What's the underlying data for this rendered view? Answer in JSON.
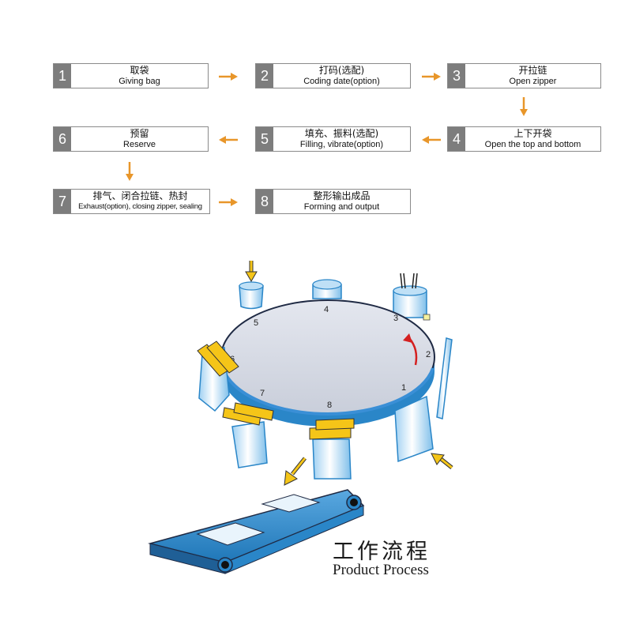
{
  "steps": [
    {
      "num": "1",
      "cn": "取袋",
      "en": "Giving bag"
    },
    {
      "num": "2",
      "cn": "打码(选配)",
      "en": "Coding date(option)"
    },
    {
      "num": "3",
      "cn": "开拉链",
      "en": "Open zipper"
    },
    {
      "num": "4",
      "cn": "上下开袋",
      "en": "Open the top and bottom"
    },
    {
      "num": "5",
      "cn": "填充、振料(选配)",
      "en": "Filling, vibrate(option)"
    },
    {
      "num": "6",
      "cn": "预留",
      "en": "Reserve"
    },
    {
      "num": "7",
      "cn": "排气、闭合拉链、热封",
      "en": "Exhaust(option), closing zipper, sealing"
    },
    {
      "num": "8",
      "cn": "整形输出成品",
      "en": "Forming and output"
    }
  ],
  "turntable": {
    "station_labels": [
      "1",
      "2",
      "3",
      "4",
      "5",
      "6",
      "7",
      "8"
    ]
  },
  "title": {
    "cn": "工作流程",
    "en": "Product Process"
  },
  "colors": {
    "arrow": "#e8962a",
    "number_bg": "#7d7d7d",
    "yellow": "#f5c518",
    "conveyor": "#2a86c8",
    "table": "#d7dbe6",
    "table_edge": "#3a8fd6"
  }
}
